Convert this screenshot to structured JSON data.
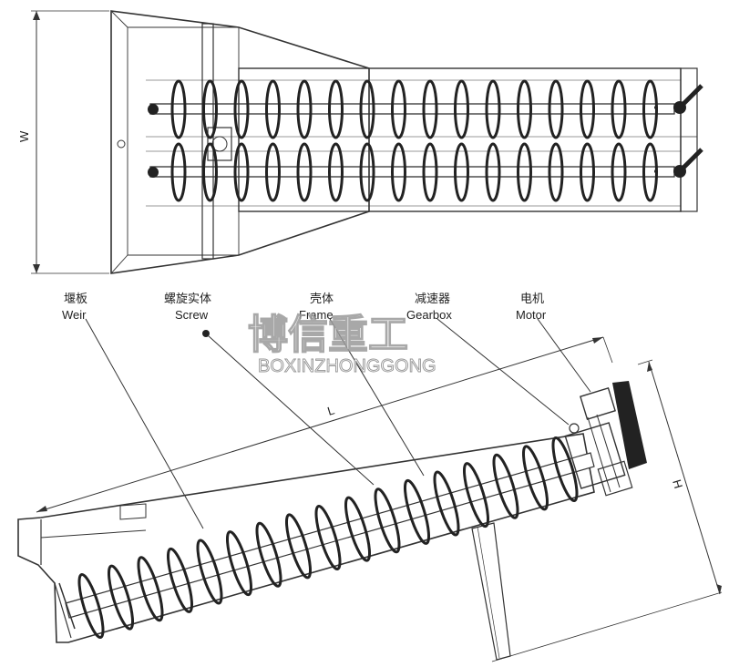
{
  "dimensions": {
    "width": "W",
    "length": "L",
    "height": "H"
  },
  "labels": [
    {
      "id": "weir",
      "cn": "堰板",
      "en": "Weir"
    },
    {
      "id": "screw",
      "cn": "螺旋实体",
      "en": "Screw"
    },
    {
      "id": "frame",
      "cn": "壳体",
      "en": "Frame"
    },
    {
      "id": "gearbox",
      "cn": "减速器",
      "en": "Gearbox"
    },
    {
      "id": "motor",
      "cn": "电机",
      "en": "Motor"
    }
  ],
  "watermark": {
    "cn": "博信重工",
    "en": "BOXINZHONGGONG"
  }
}
